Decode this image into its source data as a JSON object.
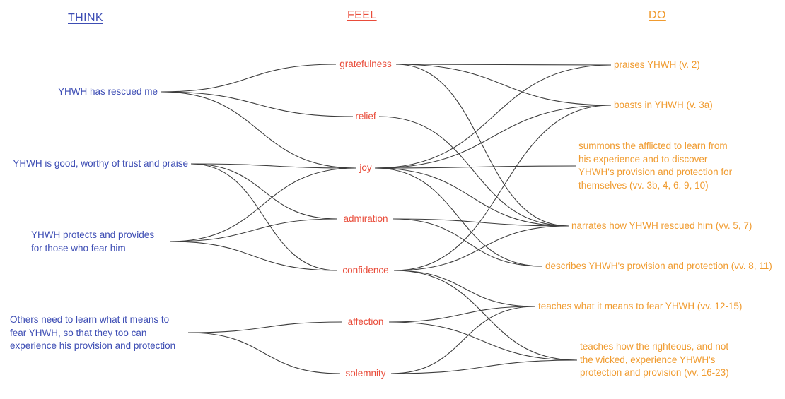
{
  "diagram": {
    "columns": [
      {
        "id": "think",
        "title": "THINK",
        "color": "#3d4db4"
      },
      {
        "id": "feel",
        "title": "FEEL",
        "color": "#e94c3a"
      },
      {
        "id": "do",
        "title": "DO",
        "color": "#f09b2f"
      }
    ],
    "think_nodes": [
      {
        "id": "rescued",
        "label": "YHWH has rescued me"
      },
      {
        "id": "good",
        "label": "YHWH is good, worthy of trust and praise"
      },
      {
        "id": "protects",
        "label": "YHWH protects and provides\nfor those who fear him"
      },
      {
        "id": "others",
        "label": "Others need to learn what it means to\nfear YHWH, so that they too can\nexperience his provision and protection"
      }
    ],
    "feel_nodes": [
      {
        "id": "gratefulness",
        "label": "gratefulness"
      },
      {
        "id": "relief",
        "label": "relief"
      },
      {
        "id": "joy",
        "label": "joy"
      },
      {
        "id": "admiration",
        "label": "admiration"
      },
      {
        "id": "confidence",
        "label": "confidence"
      },
      {
        "id": "affection",
        "label": "affection"
      },
      {
        "id": "solemnity",
        "label": "solemnity"
      }
    ],
    "do_nodes": [
      {
        "id": "praises",
        "label": "praises YHWH (v. 2)"
      },
      {
        "id": "boasts",
        "label": "boasts in YHWH (v. 3a)"
      },
      {
        "id": "summons",
        "label": "summons the afflicted to learn from\nhis experience and to discover\nYHWH's provision and protection for\nthemselves (vv. 3b, 4, 6, 9, 10)"
      },
      {
        "id": "narrates",
        "label": "narrates how YHWH rescued him (vv. 5, 7)"
      },
      {
        "id": "describes",
        "label": "describes YHWH's provision and protection (vv. 8, 11)"
      },
      {
        "id": "teaches_fear",
        "label": "teaches what it means to fear YHWH (vv. 12-15)"
      },
      {
        "id": "teaches_righteous",
        "label": "teaches how the righteous, and not\nthe wicked, experience YHWH's\nprotection and provision (vv. 16-23)"
      }
    ],
    "edges_think_feel": [
      [
        "rescued",
        "gratefulness"
      ],
      [
        "rescued",
        "relief"
      ],
      [
        "rescued",
        "joy"
      ],
      [
        "good",
        "joy"
      ],
      [
        "good",
        "admiration"
      ],
      [
        "good",
        "confidence"
      ],
      [
        "protects",
        "joy"
      ],
      [
        "protects",
        "admiration"
      ],
      [
        "protects",
        "confidence"
      ],
      [
        "others",
        "affection"
      ],
      [
        "others",
        "solemnity"
      ]
    ],
    "edges_feel_do": [
      [
        "gratefulness",
        "praises"
      ],
      [
        "gratefulness",
        "boasts"
      ],
      [
        "gratefulness",
        "narrates"
      ],
      [
        "relief",
        "narrates"
      ],
      [
        "joy",
        "praises"
      ],
      [
        "joy",
        "boasts"
      ],
      [
        "joy",
        "summons"
      ],
      [
        "joy",
        "narrates"
      ],
      [
        "joy",
        "describes"
      ],
      [
        "admiration",
        "narrates"
      ],
      [
        "admiration",
        "describes"
      ],
      [
        "confidence",
        "boasts"
      ],
      [
        "confidence",
        "narrates"
      ],
      [
        "confidence",
        "teaches_fear"
      ],
      [
        "confidence",
        "teaches_righteous"
      ],
      [
        "affection",
        "teaches_fear"
      ],
      [
        "affection",
        "teaches_righteous"
      ],
      [
        "solemnity",
        "teaches_fear"
      ],
      [
        "solemnity",
        "teaches_righteous"
      ]
    ],
    "line_color": "#3d3d3d"
  }
}
